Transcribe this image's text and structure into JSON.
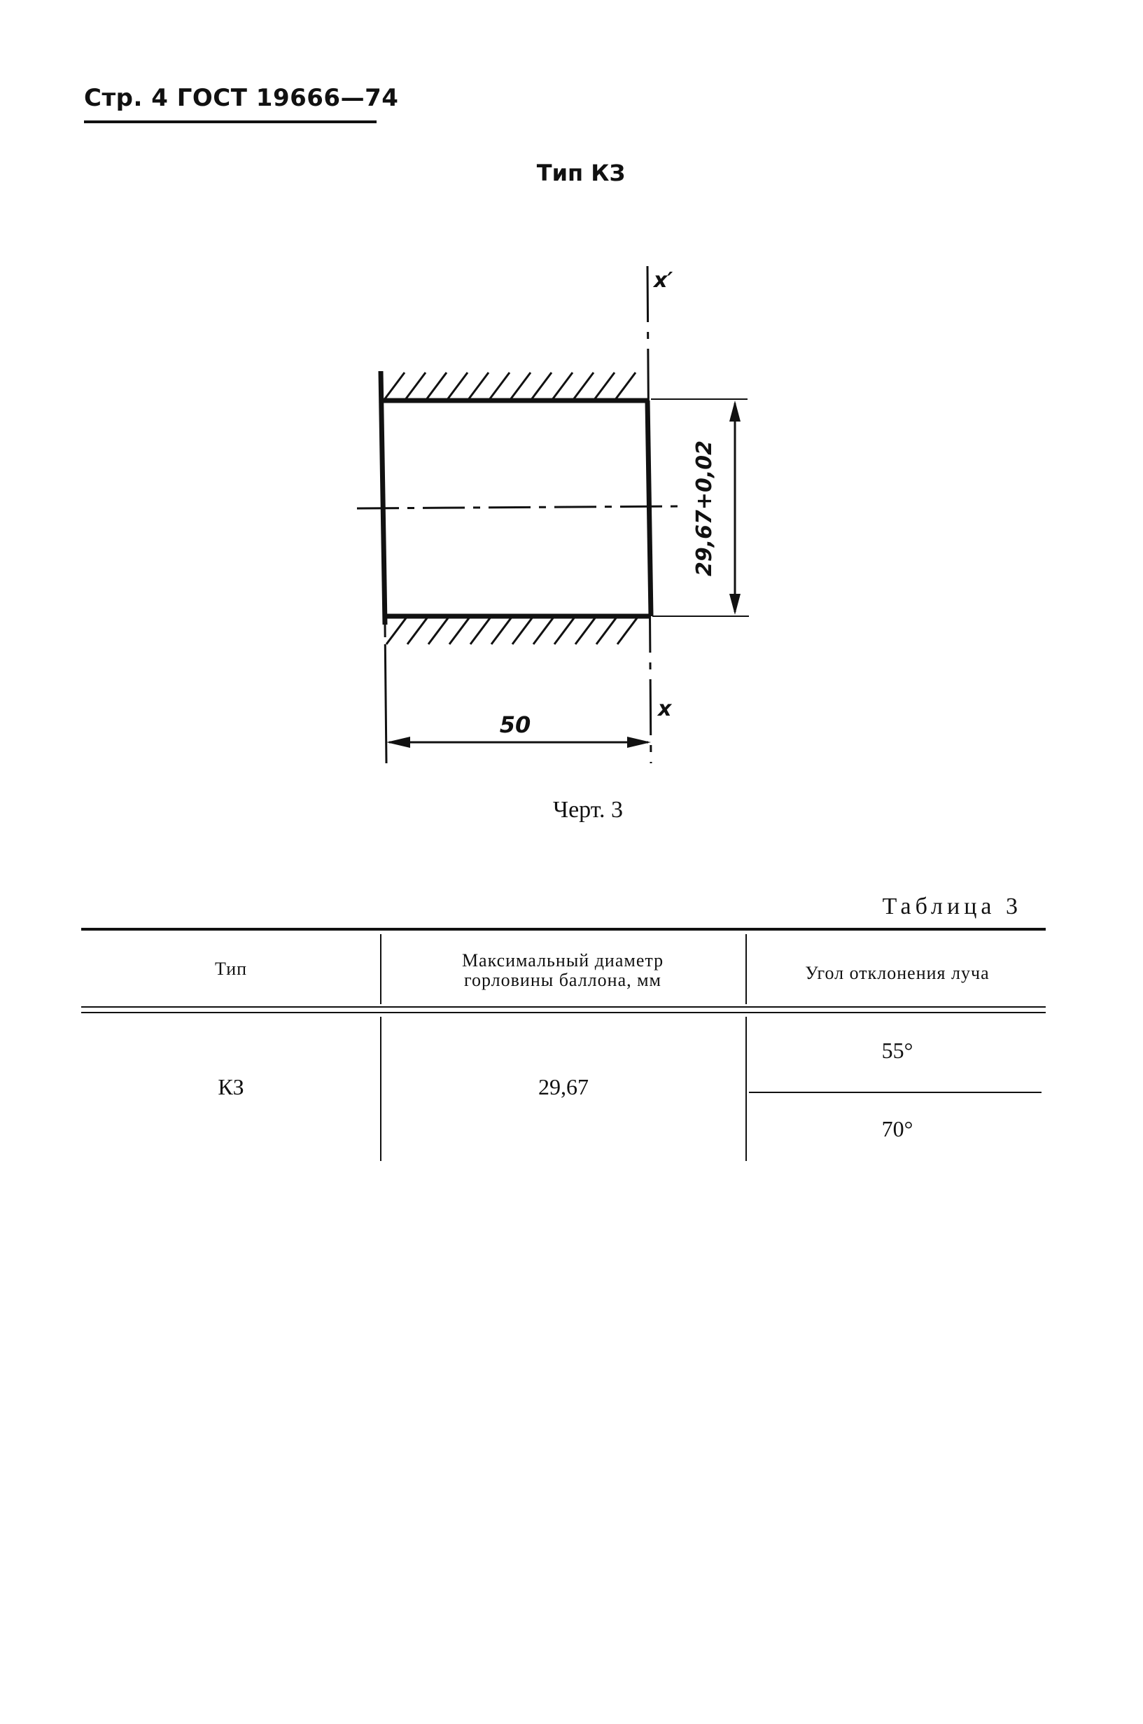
{
  "header": {
    "text": "Стр. 4 ГОСТ 19666—74"
  },
  "drawing": {
    "title": "Тип КЗ",
    "axis_top_label": "x′",
    "axis_bottom_label": "x",
    "diameter_dimension": "29,67+0,02",
    "length_dimension": "50",
    "caption": "Черт. 3"
  },
  "table": {
    "label": "Таблица 3",
    "columns": [
      "Тип",
      "Максимальный диаметр горловины баллона, мм",
      "Угол отклонения луча"
    ],
    "row": {
      "type": "КЗ",
      "max_diameter": "29,67",
      "angles": [
        "55°",
        "70°"
      ]
    }
  }
}
